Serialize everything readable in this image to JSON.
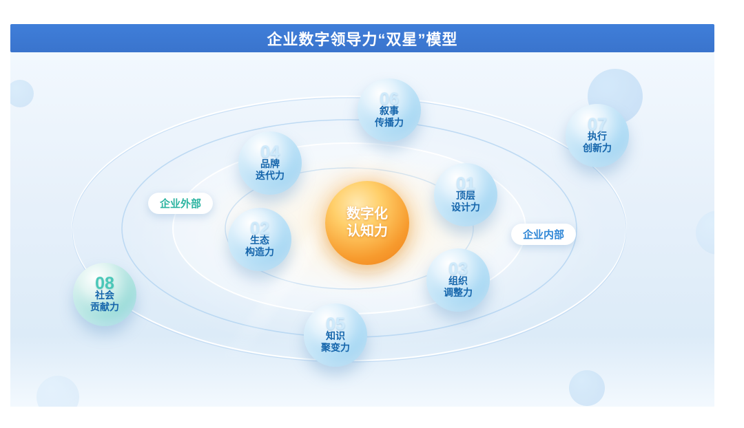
{
  "header": {
    "title": "企业数字领导力“双星”模型"
  },
  "center": {
    "line1": "数字化",
    "line2": "认知力"
  },
  "zones": {
    "external": "企业外部",
    "internal": "企业内部"
  },
  "nodes": [
    {
      "num": "01",
      "line1": "顶层",
      "line2": "设计力"
    },
    {
      "num": "02",
      "line1": "生态",
      "line2": "构造力"
    },
    {
      "num": "03",
      "line1": "组织",
      "line2": "调整力"
    },
    {
      "num": "04",
      "line1": "品牌",
      "line2": "迭代力"
    },
    {
      "num": "05",
      "line1": "知识",
      "line2": "聚变力"
    },
    {
      "num": "06",
      "line1": "叙事",
      "line2": "传播力"
    },
    {
      "num": "07",
      "line1": "执行",
      "line2": "创新力"
    },
    {
      "num": "08",
      "line1": "社会",
      "line2": "贡献力"
    }
  ],
  "colors": {
    "header-blue": "#3f7ed9",
    "node-label-blue": "#1565ab",
    "node-number-blue": "#cfeafb",
    "node-number-teal": "#49c7b8",
    "sun-orange": "#f78e20",
    "zone-external-teal": "#2bb3a0",
    "zone-internal-blue": "#2e86d6"
  }
}
